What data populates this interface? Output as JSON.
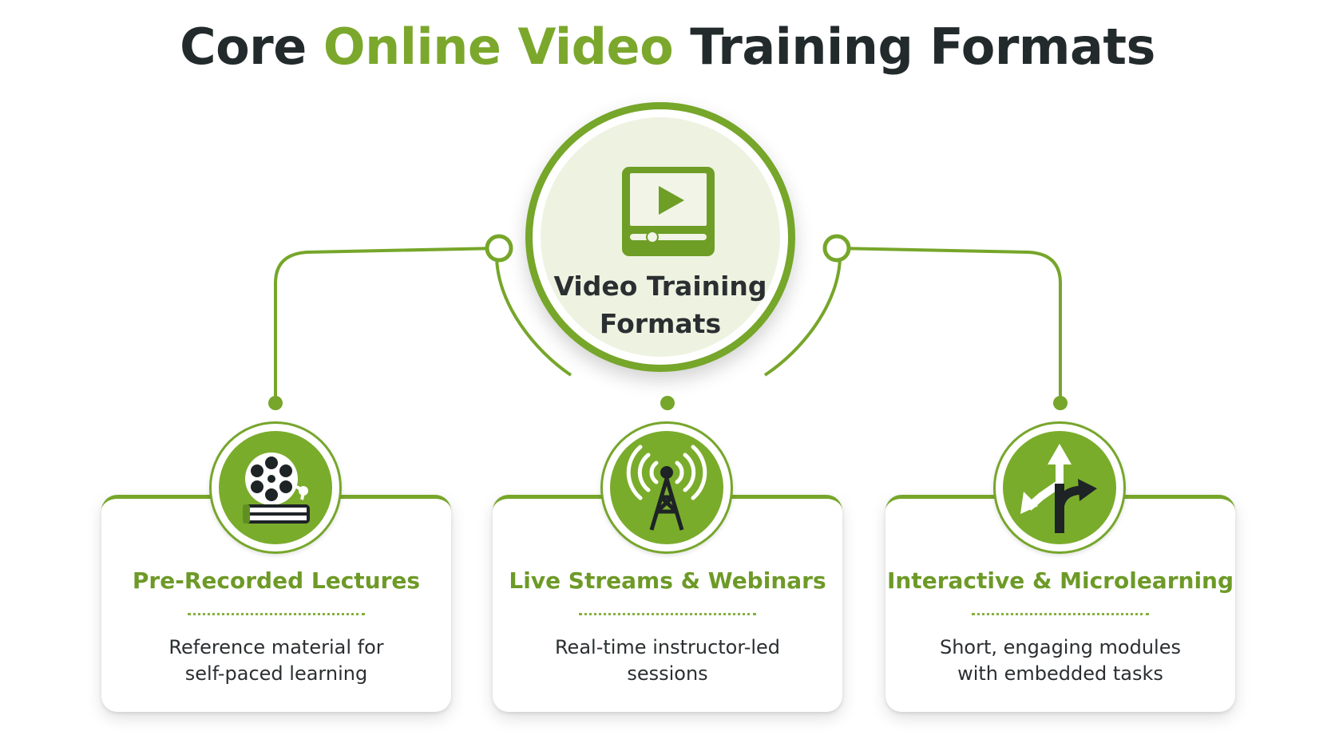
{
  "title": {
    "part1": "Core ",
    "part2": "Online Video",
    "part3": " Training Formats"
  },
  "hub": {
    "label_line1": "Video Training",
    "label_line2": "Formats",
    "icon": "video-player-icon"
  },
  "formats": [
    {
      "title": "Pre-Recorded Lectures",
      "desc_line1": "Reference material for",
      "desc_line2": "self-paced learning",
      "icon": "film-reel-book-icon"
    },
    {
      "title": "Live Streams & Webinars",
      "desc_line1": "Real-time instructor-led",
      "desc_line2": "sessions",
      "icon": "broadcast-tower-icon"
    },
    {
      "title": "Interactive & Microlearning",
      "desc_line1": "Short, engaging modules",
      "desc_line2": "with embedded tasks",
      "icon": "branching-arrows-icon"
    }
  ],
  "colors": {
    "accent": "#7ba82c",
    "heading": "#232a2c",
    "hub_fill": "#eef3e1"
  }
}
